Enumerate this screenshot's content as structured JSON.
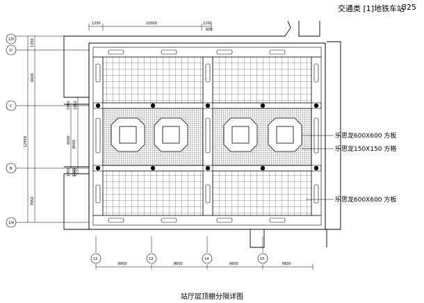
{
  "header": {
    "category": "交通类 [1]地铁车站",
    "page_number": "325"
  },
  "caption": "站厅层顶棚分隔详图",
  "top_dimensions": [
    "1200",
    "22000",
    "1200",
    "600"
  ],
  "left_dimensions": [
    "1350",
    "6600",
    "1950",
    "1950",
    "6600",
    "12950",
    "1350",
    "1950",
    "7950"
  ],
  "axis_markers": {
    "rows": [
      "1/D",
      "D",
      "C",
      "B",
      "1/A"
    ],
    "columns": [
      "12",
      "13",
      "14",
      "15"
    ]
  },
  "bottom_dimensions": [
    "6800",
    "8600",
    "6600",
    "6800"
  ],
  "grid_inner_labels": [
    "8000",
    "6000"
  ],
  "callouts": [
    {
      "text": "乐思龙600X600  方板"
    },
    {
      "text": "乐思龙150X150  方格"
    },
    {
      "text": "乐思龙600X600  方板"
    }
  ],
  "colors": {
    "line": "#000000",
    "background": "#ffffff",
    "column": "#000000"
  }
}
